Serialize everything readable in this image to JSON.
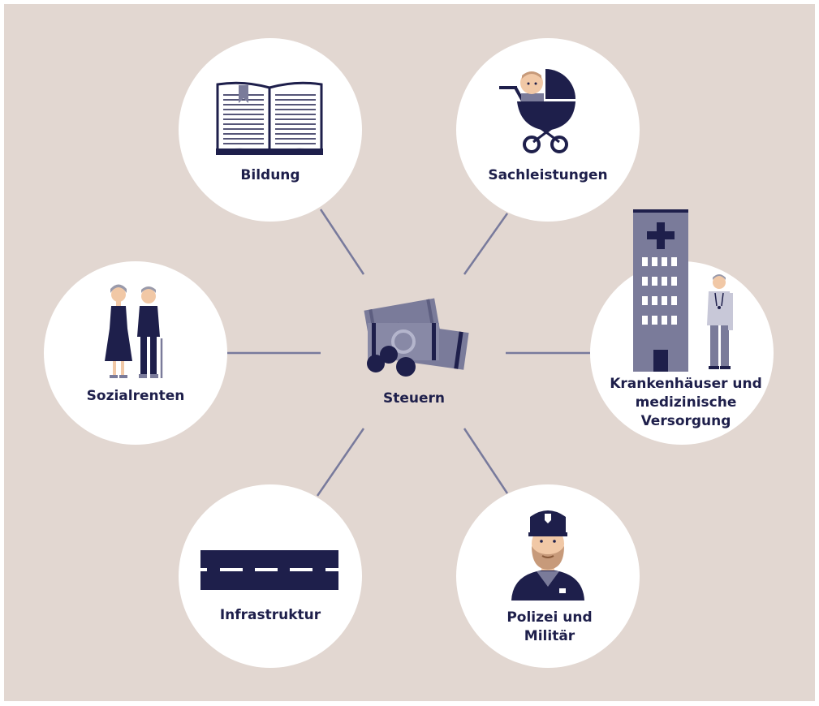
{
  "diagram": {
    "center": {
      "label": "Steuern"
    },
    "nodes": [
      {
        "id": "bildung",
        "label": "Bildung",
        "icon": "book-icon"
      },
      {
        "id": "sachleistungen",
        "label": "Sachleistungen",
        "icon": "stroller-icon"
      },
      {
        "id": "krankenhaeuser",
        "label": "Krankenhäuser und medizinische Versorgung",
        "icon": "hospital-doctor-icon"
      },
      {
        "id": "polizei",
        "label": "Polizei und Militär",
        "icon": "police-officer-icon"
      },
      {
        "id": "infrastruktur",
        "label": "Infrastruktur",
        "icon": "road-icon"
      },
      {
        "id": "sozialrenten",
        "label": "Sozialrenten",
        "icon": "elderly-couple-icon"
      }
    ]
  },
  "colors": {
    "background": "#e2d7d1",
    "circle": "#ffffff",
    "navy": "#1e1f4b",
    "grey_blue": "#7a7b9a",
    "connector": "#787a9c",
    "skin": "#f1c8a6"
  }
}
